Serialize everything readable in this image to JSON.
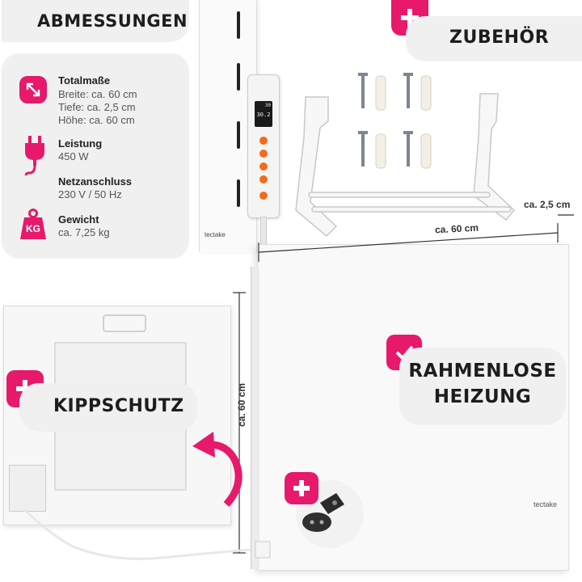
{
  "sections": {
    "dimensions_title": "ABMESSUNGEN",
    "accessories_title": "ZUBEHÖR",
    "tilt_protection_title": "KIPPSCHUTZ",
    "frameless_line1": "RAHMENLOSE",
    "frameless_line2": "HEIZUNG"
  },
  "specs": {
    "total": {
      "label": "Totalmaße",
      "width": "Breite: ca. 60 cm",
      "depth": "Tiefe: ca. 2,5 cm",
      "height": "Höhe: ca. 60 cm",
      "icon": "diagonal-arrow-icon"
    },
    "power": {
      "label": "Leistung",
      "value": "450 W",
      "icon": "plug-icon"
    },
    "network": {
      "label": "Netzanschluss",
      "value": "230 V / 50 Hz"
    },
    "weight": {
      "label": "Gewicht",
      "value": "ca. 7,25 kg",
      "icon": "weight-icon",
      "icon_text": "KG"
    }
  },
  "dimension_labels": {
    "depth": "ca. 2,5 cm",
    "width": "ca. 60 cm",
    "height": "ca. 60 cm"
  },
  "thermostat_display": {
    "top": "30",
    "main": "30.2"
  },
  "brand": {
    "panel_logo": "tectake",
    "side_logo": "tectake"
  },
  "colors": {
    "accent_pink": "#e6196b",
    "pill_gray": "#f0f0f0"
  }
}
